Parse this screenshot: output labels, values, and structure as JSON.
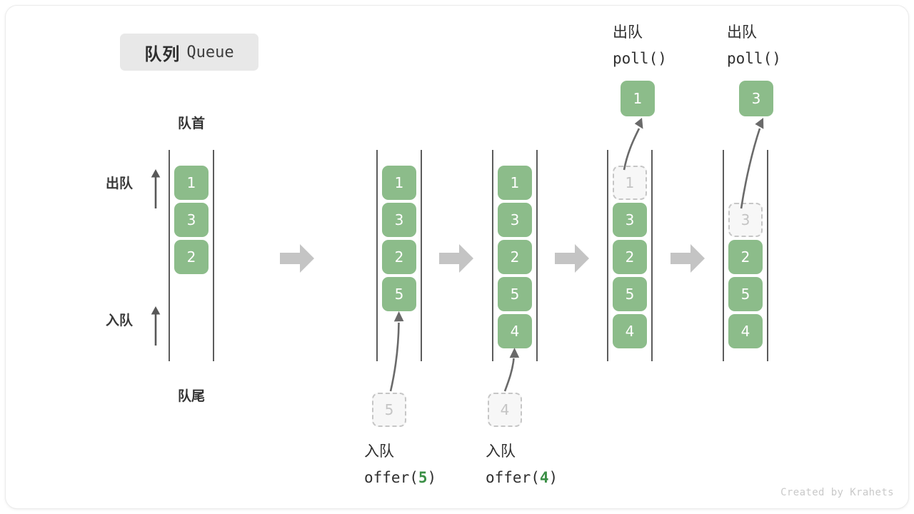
{
  "title": {
    "cn": "队列",
    "en": "Queue"
  },
  "labels": {
    "front": "队首",
    "rear": "队尾",
    "dequeue": "出队",
    "enqueue": "入队"
  },
  "icons": {
    "front_rear_rail": "vertical-rail",
    "up_arrow": "arrow-up-icon",
    "step_arrow": "arrow-right-icon",
    "curved_arrow": "curved-arrow-icon"
  },
  "colors": {
    "cell_fill": "#8cbc8a",
    "cell_text": "#ffffff",
    "ghost_fill": "#f7f7f7",
    "ghost_border": "#c6c6c6",
    "ghost_text": "#c4c4c4",
    "rail": "#5c5c5c",
    "step_arrow": "#c4c4c4",
    "badge_bg": "#e8e8e8",
    "code_arg": "#3b8f46"
  },
  "columns": [
    {
      "name": "initial-queue",
      "cells": [
        {
          "value": "1",
          "state": "filled"
        },
        {
          "value": "3",
          "state": "filled"
        },
        {
          "value": "2",
          "state": "filled"
        }
      ],
      "caption": null,
      "incoming": null,
      "outgoing": null
    },
    {
      "name": "after-offer-5",
      "cells": [
        {
          "value": "1",
          "state": "filled"
        },
        {
          "value": "3",
          "state": "filled"
        },
        {
          "value": "2",
          "state": "filled"
        },
        {
          "value": "5",
          "state": "filled"
        }
      ],
      "caption": {
        "cn": "入队",
        "fn": "offer(",
        "arg": "5",
        "fn_close": ")"
      },
      "incoming": {
        "value": "5",
        "state": "ghost"
      },
      "outgoing": null
    },
    {
      "name": "after-offer-4",
      "cells": [
        {
          "value": "1",
          "state": "filled"
        },
        {
          "value": "3",
          "state": "filled"
        },
        {
          "value": "2",
          "state": "filled"
        },
        {
          "value": "5",
          "state": "filled"
        },
        {
          "value": "4",
          "state": "filled"
        }
      ],
      "caption": {
        "cn": "入队",
        "fn": "offer(",
        "arg": "4",
        "fn_close": ")"
      },
      "incoming": {
        "value": "4",
        "state": "ghost"
      },
      "outgoing": null
    },
    {
      "name": "after-poll-1",
      "cells": [
        {
          "value": "1",
          "state": "ghost"
        },
        {
          "value": "3",
          "state": "filled"
        },
        {
          "value": "2",
          "state": "filled"
        },
        {
          "value": "5",
          "state": "filled"
        },
        {
          "value": "4",
          "state": "filled"
        }
      ],
      "caption": {
        "cn": "出队",
        "fn": "poll()",
        "arg": "",
        "fn_close": ""
      },
      "incoming": null,
      "outgoing": {
        "value": "1"
      }
    },
    {
      "name": "after-poll-3",
      "cells": [
        {
          "value": "",
          "state": "empty"
        },
        {
          "value": "3",
          "state": "ghost"
        },
        {
          "value": "2",
          "state": "filled"
        },
        {
          "value": "5",
          "state": "filled"
        },
        {
          "value": "4",
          "state": "filled"
        }
      ],
      "caption": {
        "cn": "出队",
        "fn": "poll()",
        "arg": "",
        "fn_close": ""
      },
      "incoming": null,
      "outgoing": {
        "value": "3"
      }
    }
  ],
  "credit": "Created by Krahets"
}
